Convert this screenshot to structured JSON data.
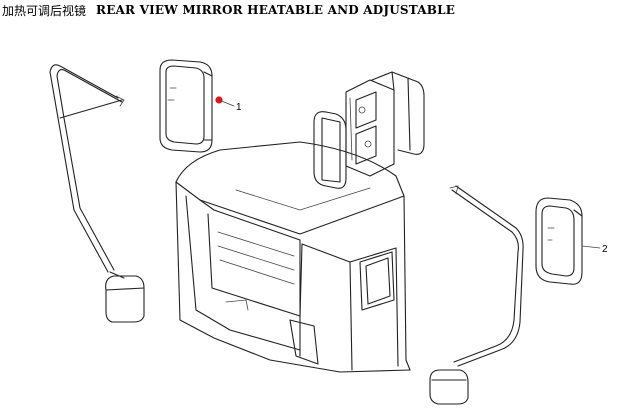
{
  "header": {
    "title_cn": "加热可调后视镜",
    "title_en": "REAR VIEW MIRROR HEATABLE AND ADJUSTABLE"
  },
  "callouts": [
    {
      "label": "1"
    },
    {
      "label": "2"
    }
  ],
  "colors": {
    "marker": "#e8141b",
    "line": "#222222",
    "background": "#ffffff"
  }
}
